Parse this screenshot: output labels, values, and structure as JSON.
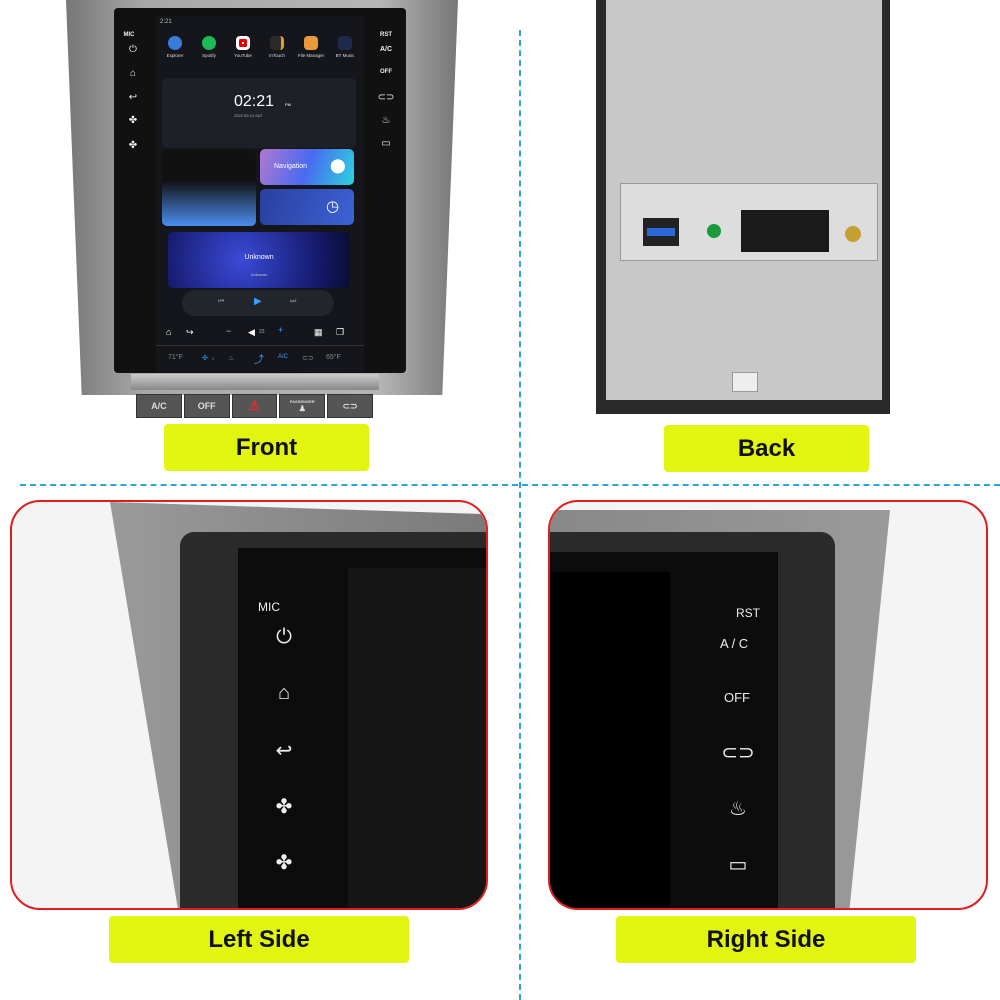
{
  "labels": {
    "front": "Front",
    "back": "Back",
    "left": "Left Side",
    "right": "Right Side"
  },
  "front": {
    "status_time": "2:21",
    "left_keys": {
      "mic": "MIC"
    },
    "right_keys": {
      "rst": "RST",
      "ac": "A/C",
      "off": "OFF"
    },
    "apps": [
      "Explorer",
      "Spotify",
      "YouTube",
      "InTouch",
      "File Manager",
      "BT Music"
    ],
    "clock": "02:21",
    "clock_ampm": "PM",
    "date": "2022.09.14  SAT",
    "navigation": "Navigation",
    "music_title": "Unknown",
    "music_artist": "Unknown",
    "volume": "23",
    "climate": {
      "left_temp": "71°F",
      "fan": "2",
      "ac": "A/C",
      "right_temp": "65°F"
    },
    "hard_buttons": {
      "ac": "A/C",
      "off": "OFF",
      "passenger": "PASSENGER"
    }
  },
  "left_side": {
    "mic": "MIC"
  },
  "right_side": {
    "rst": "RST",
    "ac": "A / C",
    "off": "OFF"
  }
}
